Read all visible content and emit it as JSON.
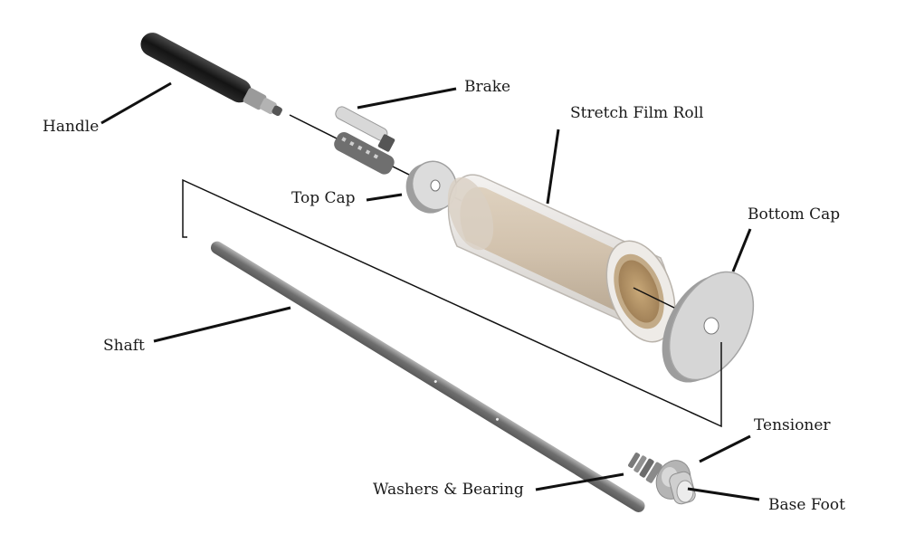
{
  "labels": {
    "handle": "Handle",
    "brake": "Brake",
    "stretch_film_roll": "Stretch Film Roll",
    "top_cap": "Top Cap",
    "bottom_cap": "Bottom Cap",
    "shaft": "Shaft",
    "tensioner": "Tensioner",
    "washers_bearing": "Washers & Bearing",
    "base_foot": "Base Foot"
  },
  "colors": {
    "handle_grip": "#1c1c1c",
    "metal": "#8a8a8a",
    "roll_core": "#b99a6e",
    "film_wrap": "#e2dfdb",
    "cap": "#cfcfcf"
  }
}
